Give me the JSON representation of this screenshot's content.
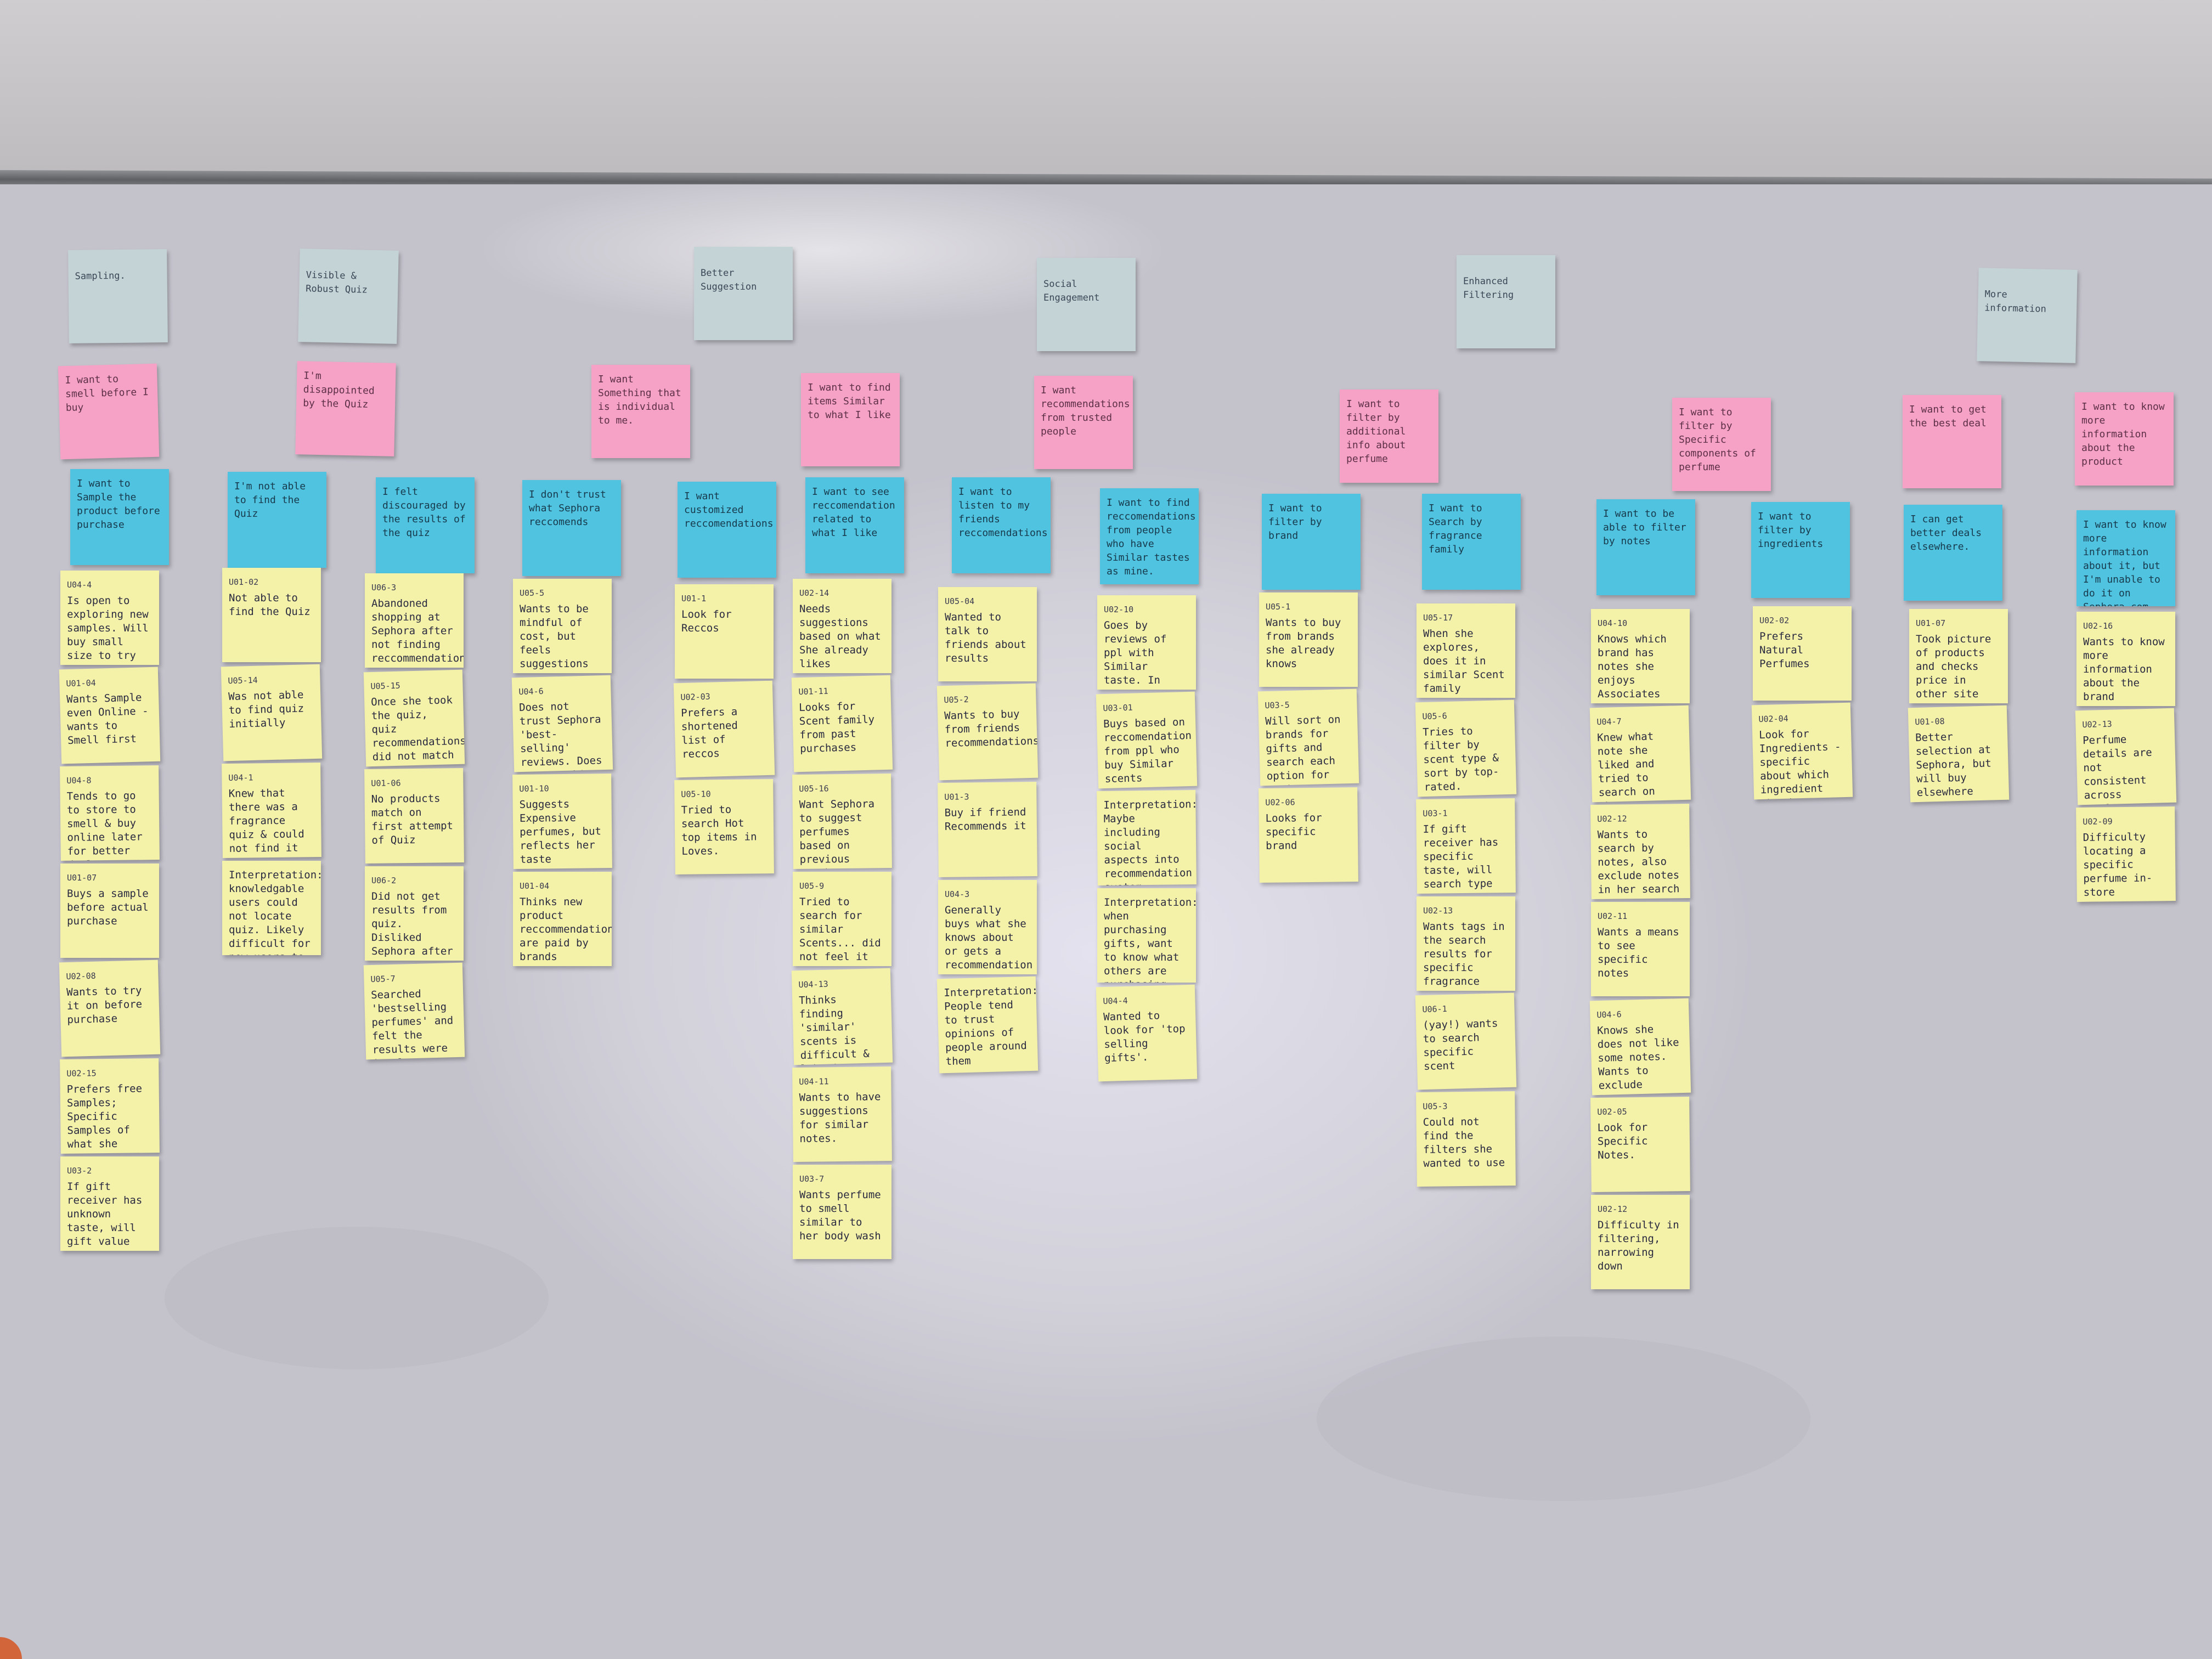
{
  "categories": [
    {
      "id": "sampling",
      "text": "Sampling."
    },
    {
      "id": "quiz",
      "text": "Visible & Robust Quiz"
    },
    {
      "id": "better-suggestions",
      "text": "Better Suggestion"
    },
    {
      "id": "social",
      "text": "Social Engagement"
    },
    {
      "id": "filtering",
      "text": "Enhanced Filtering"
    },
    {
      "id": "info",
      "text": "More information"
    }
  ],
  "pink_notes": [
    "I want to smell before I buy",
    "I'm disappointed by the Quiz",
    "I want Something that is individual to me.",
    "I want to find items Similar to what I like",
    "I want recommendations from trusted people",
    "I want to filter by additional info about perfume",
    "I want to filter by Specific components of perfume",
    "I want to get the best deal",
    "I want to know more information about the product"
  ],
  "blue_notes": [
    "I want to Sample the product before purchase",
    "I'm not able to find the Quiz",
    "I felt discouraged by the results of the quiz",
    "I don't trust what Sephora reccomends",
    "I want customized reccomendations",
    "I want to see reccomendation related to what I like",
    "I want to listen to my friends reccomendations",
    "I want to find reccomendations from people who have Similar tastes as mine.",
    "I want to filter by brand",
    "I want to Search by fragrance family",
    "I want to be able to filter by notes",
    "I want to filter by ingredients",
    "I can get better deals elsewhere.",
    "I want to know more information about it, but I'm unable to do it on Sephora.com"
  ],
  "columns": [
    {
      "notes": [
        {
          "code": "U04-4",
          "text": "Is open to exploring new samples. Will buy small size to try"
        },
        {
          "code": "U01-04",
          "text": "Wants Sample even Online - wants to Smell first"
        },
        {
          "code": "U04-8",
          "text": "Tends to go to store to smell & buy online later for better deals."
        },
        {
          "code": "U01-07",
          "text": "Buys a sample before actual purchase"
        },
        {
          "code": "U02-08",
          "text": "Wants to try it on before purchase"
        },
        {
          "code": "U02-15",
          "text": "Prefers free Samples; Specific Samples of what she wants."
        },
        {
          "code": "U03-2",
          "text": "If gift receiver has unknown taste, will gift value sets"
        }
      ]
    },
    {
      "notes": [
        {
          "code": "U01-02",
          "text": "Not able to find the Quiz"
        },
        {
          "code": "U05-14",
          "text": "Was not able to find quiz initially"
        },
        {
          "code": "U04-1",
          "text": "Knew that there was a fragrance quiz & could not find it pop up!"
        },
        {
          "code": "",
          "text": "Interpretation: knowledgable users could not locate quiz. Likely difficult for new users to find."
        }
      ]
    },
    {
      "notes": [
        {
          "code": "U06-3",
          "text": "Abandoned shopping at Sephora after not finding reccommendations"
        },
        {
          "code": "U05-15",
          "text": "Once she took the quiz, quiz recommendations did not match taste. Disliked"
        },
        {
          "code": "U01-06",
          "text": "No products match on first attempt of Quiz"
        },
        {
          "code": "U06-2",
          "text": "Did not get results from quiz. Disliked Sephora after this"
        },
        {
          "code": "U05-7",
          "text": "Searched 'bestselling perfumes' and felt the results were irrelevant"
        }
      ]
    },
    {
      "notes": [
        {
          "code": "U05-5",
          "text": "Wants to be mindful of cost, but feels suggestions were pricey"
        },
        {
          "code": "U04-6",
          "text": "Does not trust Sephora 'best-selling' reviews. Does not consider as reviews."
        },
        {
          "code": "U01-10",
          "text": "Suggests Expensive perfumes, but reflects her taste"
        },
        {
          "code": "U01-04",
          "text": "Thinks new product reccommendations are paid by brands"
        }
      ]
    },
    {
      "notes": [
        {
          "code": "U01-1",
          "text": "Look for Reccos"
        },
        {
          "code": "U02-03",
          "text": "Prefers a shortened list of reccos"
        },
        {
          "code": "U05-10",
          "text": "Tried to search Hot top items in Loves."
        }
      ]
    },
    {
      "notes": [
        {
          "code": "U02-14",
          "text": "Needs suggestions based on what She already likes"
        },
        {
          "code": "U01-11",
          "text": "Looks for Scent family from past purchases"
        },
        {
          "code": "U05-16",
          "text": "Want Sephora to suggest perfumes based on previous purchases"
        },
        {
          "code": "U05-9",
          "text": "Tried to search for similar Scents... did not feel it was not accurate"
        },
        {
          "code": "U04-13",
          "text": "Thinks finding 'similar' scents is difficult & laborious on Sephora.com"
        },
        {
          "code": "U04-11",
          "text": "Wants to have suggestions for similar notes."
        },
        {
          "code": "U03-7",
          "text": "Wants perfume to smell similar to her body wash"
        }
      ]
    },
    {
      "notes": [
        {
          "code": "U05-04",
          "text": "Wanted to talk to friends about results"
        },
        {
          "code": "U05-2",
          "text": "Wants to buy from friends recommendations"
        },
        {
          "code": "U01-3",
          "text": "Buy if friend Recommends it"
        },
        {
          "code": "U04-3",
          "text": "Generally buys what she knows about or gets a recommendation"
        },
        {
          "code": "",
          "text": "Interpretation: People tend to trust opinions of people around them"
        }
      ]
    },
    {
      "notes": [
        {
          "code": "U02-10",
          "text": "Goes by reviews of ppl with Similar taste. In that case she would want to try before purchase"
        },
        {
          "code": "U03-01",
          "text": "Buys based on reccomendation from ppl who buy Similar scents"
        },
        {
          "code": "",
          "text": "Interpretation: Maybe including social aspects into recommendation system"
        },
        {
          "code": "",
          "text": "Interpretation: when purchasing gifts, want to know what others are purchasing (gift receiver)"
        },
        {
          "code": "U04-4",
          "text": "Wanted to look for 'top selling gifts'."
        }
      ]
    },
    {
      "notes": [
        {
          "code": "U05-1",
          "text": "Wants to buy from brands she already knows"
        },
        {
          "code": "U03-5",
          "text": "Will sort on brands for gifts and search each option for reviews"
        },
        {
          "code": "U02-06",
          "text": "Looks for specific brand"
        }
      ]
    },
    {
      "notes": [
        {
          "code": "U05-17",
          "text": "When she explores, does it in similar Scent family"
        },
        {
          "code": "U05-6",
          "text": "Tries to filter by scent type & sort by top-rated."
        },
        {
          "code": "U03-1",
          "text": "If gift receiver has specific taste, will search type"
        },
        {
          "code": "U02-13",
          "text": "Wants tags in the search results for specific fragrance family"
        },
        {
          "code": "U06-1",
          "text": "(yay!) wants to search specific scent"
        },
        {
          "code": "U05-3",
          "text": "Could not find the filters she wanted to use"
        }
      ]
    },
    {
      "notes": [
        {
          "code": "U04-10",
          "text": "Knows which brand has notes she enjoys Associates notes w/ brands"
        },
        {
          "code": "U04-7",
          "text": "Knew what note she liked and tried to search on that."
        },
        {
          "code": "U02-12",
          "text": "Wants to search by notes, also exclude notes in her search"
        },
        {
          "code": "U02-11",
          "text": "Wants a means to see specific notes"
        },
        {
          "code": "U04-6",
          "text": "Knows she does not like some notes. Wants to exclude"
        },
        {
          "code": "U02-05",
          "text": "Look for Specific Notes."
        },
        {
          "code": "U02-12",
          "text": "Difficulty in filtering, narrowing down"
        }
      ]
    },
    {
      "notes": [
        {
          "code": "U02-02",
          "text": "Prefers Natural Perfumes"
        },
        {
          "code": "U02-04",
          "text": "Look for Ingredients - specific about which ingredient she doesn't want"
        }
      ]
    },
    {
      "notes": [
        {
          "code": "U01-07",
          "text": "Took picture of products and checks price in other site"
        },
        {
          "code": "U01-08",
          "text": "Better selection at Sephora, but will buy elsewhere"
        }
      ]
    },
    {
      "notes": [
        {
          "code": "U02-16",
          "text": "Wants to know more information about the brand"
        },
        {
          "code": "U02-13",
          "text": "Perfume details are not consistent across perfume brands"
        },
        {
          "code": "U02-09",
          "text": "Difficulty locating a specific perfume in-store"
        }
      ]
    }
  ]
}
